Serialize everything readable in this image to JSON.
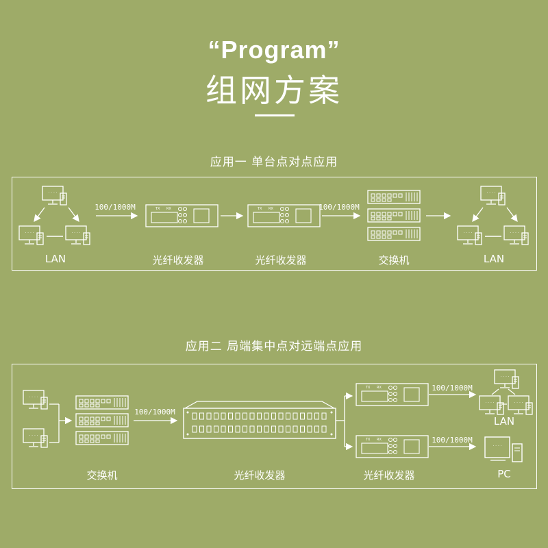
{
  "title_en": "“Program”",
  "title_cn": "组网方案",
  "sections": [
    {
      "title": "应用一   单台点对点应用",
      "labels": {
        "lan_left": "LAN",
        "converter_a": "光纤收发器",
        "converter_b": "光纤收发器",
        "switch": "交换机",
        "lan_right": "LAN"
      },
      "speed_labels": [
        "100/1000M",
        "100/1000M"
      ]
    },
    {
      "title": "应用二   局端集中点对远端点应用",
      "labels": {
        "switch": "交换机",
        "chassis": "光纤收发器",
        "converters": "光纤收发器",
        "lan": "LAN",
        "pc": "PC"
      },
      "speed_labels": [
        "100/1000M",
        "100/1000M",
        "100/1000M"
      ]
    }
  ],
  "device_text": {
    "tx": "TX",
    "rx": "RX"
  },
  "colors": {
    "background": "#9eab68",
    "line": "#ffffff"
  }
}
